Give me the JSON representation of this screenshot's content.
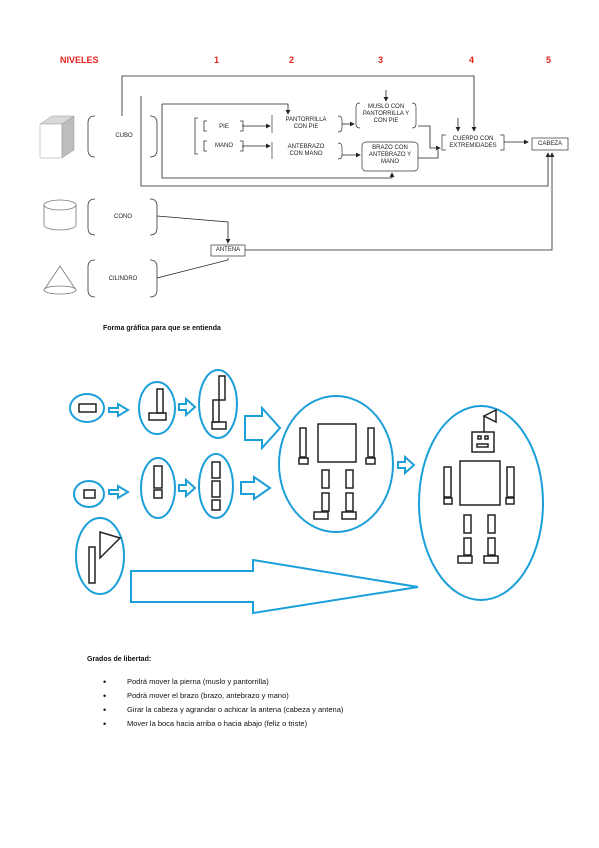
{
  "levels": {
    "title": "NIVELES",
    "l1": "1",
    "l2": "2",
    "l3": "3",
    "l4": "4",
    "l5": "5"
  },
  "nodes": {
    "cubo": "CUBO",
    "cono": "CONO",
    "cilindro": "CILINDRO",
    "pie": "PIE",
    "mano": "MANO",
    "pantorrilla_l1": "PANTORRILLA",
    "pantorrilla_l2": "CON PIE",
    "antebrazo_l1": "ANTEBRAZO",
    "antebrazo_l2": "CON MANO",
    "muslo_l1": "MUSLO CON",
    "muslo_l2": "PANTORRILLA Y",
    "muslo_l3": "CON PIE",
    "brazo_l1": "BRAZO CON",
    "brazo_l2": "ANTEBRAZO Y",
    "brazo_l3": "MANO",
    "cuerpo_l1": "CUERPO CON",
    "cuerpo_l2": "EXTREMIDADES",
    "cabeza": "CABEZA",
    "antena": "ANTENA"
  },
  "captions": {
    "grafica": "Forma gráfica para que se entienda",
    "grados": "Grados de libertad:"
  },
  "bullets": [
    "Podrá mover la pierna (muslo y pantorrilla)",
    "Podrá mover el brazo (brazo, antebrazo y mano)",
    "Girar la cabeza y agrandar o achicar la antena (cabeza y antena)",
    "Mover la boca hacia arriba o hacia abajo (feliz o triste)"
  ],
  "colors": {
    "accent": "#e8231f",
    "blue": "#1a9fd9",
    "line": "#222222"
  }
}
